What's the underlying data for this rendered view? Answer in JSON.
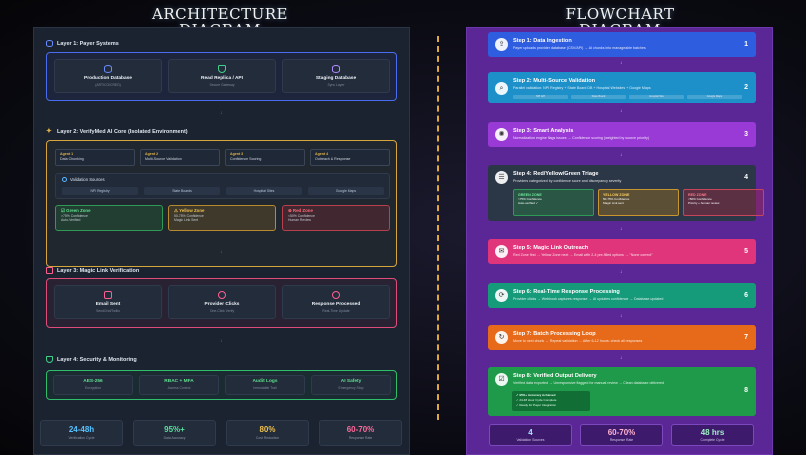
{
  "titles": {
    "left_line1": "ARCHITECTURE",
    "left_line2": "DIAGRAM",
    "right_line1": "FLOWCHART",
    "right_line2": "DIAGRAM"
  },
  "architecture": {
    "layer1": {
      "title": "Layer 1: Payer Systems",
      "cells": [
        {
          "title": "Production Database",
          "sub": "(ARTICO/CRED)"
        },
        {
          "title": "Read Replica / API",
          "sub": "Secure Gateway"
        },
        {
          "title": "Staging Database",
          "sub": "Sync Layer"
        }
      ]
    },
    "layer2": {
      "title": "Layer 2: VerifyMed AI Core (Isolated Environment)",
      "agents": [
        {
          "name": "Agent 1",
          "desc": "Data Chunking"
        },
        {
          "name": "Agent 2",
          "desc": "Multi-Source Validation"
        },
        {
          "name": "Agent 3",
          "desc": "Confidence Scoring"
        },
        {
          "name": "Agent 4",
          "desc": "Outreach & Response"
        }
      ],
      "validation_title": "Validation Sources",
      "sources": [
        "NPI Registry",
        "State Boards",
        "Hospital Sites",
        "Google Maps"
      ],
      "zones": [
        {
          "title": "Green Zone",
          "line1": ">75% Confidence",
          "line2": "Auto-Verified"
        },
        {
          "title": "Yellow Zone",
          "line1": "50-75% Confidence",
          "line2": "Magic Link Sent"
        },
        {
          "title": "Red Zone",
          "line1": "<50% Confidence",
          "line2": "Human Review"
        }
      ]
    },
    "layer3": {
      "title": "Layer 3: Magic Link Verification",
      "cells": [
        {
          "title": "Email Sent",
          "sub": "SendGrid/Twilio"
        },
        {
          "title": "Provider Clicks",
          "sub": "One-Click Verify"
        },
        {
          "title": "Response Processed",
          "sub": "Real-Time Update"
        }
      ]
    },
    "layer4": {
      "title": "Layer 4: Security & Monitoring",
      "cells": [
        {
          "title": "AES-256",
          "sub": "Encryption"
        },
        {
          "title": "RBAC + MFA",
          "sub": "Access Control"
        },
        {
          "title": "Audit Logs",
          "sub": "Immutable Trail"
        },
        {
          "title": "AI Safety",
          "sub": "Emergency Stop"
        }
      ]
    },
    "stats": [
      {
        "value": "24-48h",
        "label": "Verification Cycle"
      },
      {
        "value": "95%+",
        "label": "Data Accuracy"
      },
      {
        "value": "80%",
        "label": "Cost Reduction"
      },
      {
        "value": "60-70%",
        "label": "Response Rate"
      }
    ]
  },
  "flowchart": {
    "steps": [
      {
        "title": "Step 1: Data Ingestion",
        "desc": "Payer uploads provider database (CSV/API) → AI chunks into manageable batches",
        "num": "1",
        "color": "#2f5de0"
      },
      {
        "title": "Step 2: Multi-Source Validation",
        "desc": "Parallel validation: NPI Registry + State Board DB + Hospital Websites + Google Maps",
        "num": "2",
        "color": "#1d8fc9"
      },
      {
        "title": "Step 3: Smart Analysis",
        "desc": "Normalization engine flags issues → Confidence scoring (weighted by source priority)",
        "num": "3",
        "color": "#9a3ad6"
      },
      {
        "title": "Step 4: Red/Yellow/Green Triage",
        "desc": "Providers categorized by confidence score and discrepancy severity",
        "num": "4",
        "color": "#2b3646"
      },
      {
        "title": "Step 5: Magic Link Outreach",
        "desc": "Red Zone first → Yellow Zone next → Email with 2-4 pre-filled options → \"None correct\"",
        "num": "5",
        "color": "#e0357a"
      },
      {
        "title": "Step 6: Real-Time Response Processing",
        "desc": "Provider clicks → Webhook captures response → AI updates confidence → Database updated",
        "num": "6",
        "color": "#159a7a"
      },
      {
        "title": "Step 7: Batch Processing Loop",
        "desc": "Move to next chunk → Repeat validation → After 6-12 hours: check all responses",
        "num": "7",
        "color": "#e66a1a"
      },
      {
        "title": "Step 8: Verified Output Delivery",
        "desc": "Verified data exported → Unresponsive flagged for manual review → Clean database delivered",
        "num": "8",
        "color": "#1f9a4a"
      }
    ],
    "mini_tags": [
      "NPI API",
      "State Board",
      "Hospital Site",
      "Google Maps"
    ],
    "triage": [
      {
        "title": "GREEN ZONE",
        "line1": ">75% Confidence",
        "line2": "Auto-verified ✓"
      },
      {
        "title": "YELLOW ZONE",
        "line1": "50-75% Confidence",
        "line2": "Magic Link sent"
      },
      {
        "title": "RED ZONE",
        "line1": "<50% Confidence",
        "line2": "Priority + human review"
      }
    ],
    "checks": [
      "✓ 95%+ Accuracy Achieved",
      "✓ 24-48 Hour Cycle Complete",
      "✓ Ready for Payer Integration"
    ],
    "stats": [
      {
        "value": "4",
        "label": "Validation Sources"
      },
      {
        "value": "60-70%",
        "label": "Response Rate"
      },
      {
        "value": "48 hrs",
        "label": "Complete Cycle"
      }
    ]
  }
}
